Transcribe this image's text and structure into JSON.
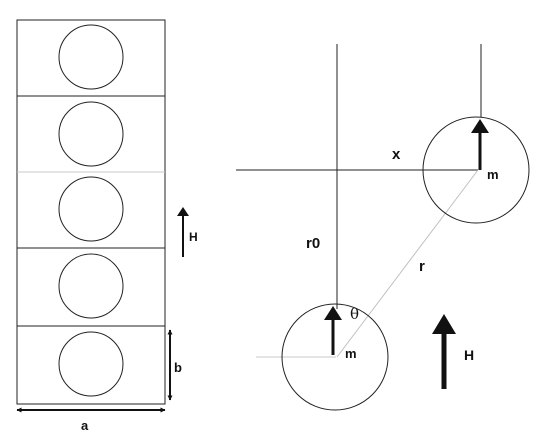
{
  "colors": {
    "ink": "#111111",
    "thin_line": "#222222",
    "faint_line": "#bdbdbd",
    "background": "#ffffff"
  },
  "left_panel": {
    "cell_count": 5,
    "field_arrow_label": "H",
    "height_dimension_label": "b",
    "width_dimension_label": "a"
  },
  "right_panel": {
    "offset_label": "x",
    "initial_separation_label": "r0",
    "separation_label": "r",
    "angle_label": "θ",
    "upper_moment_label": "m",
    "lower_moment_label": "m",
    "field_arrow_label": "H"
  }
}
